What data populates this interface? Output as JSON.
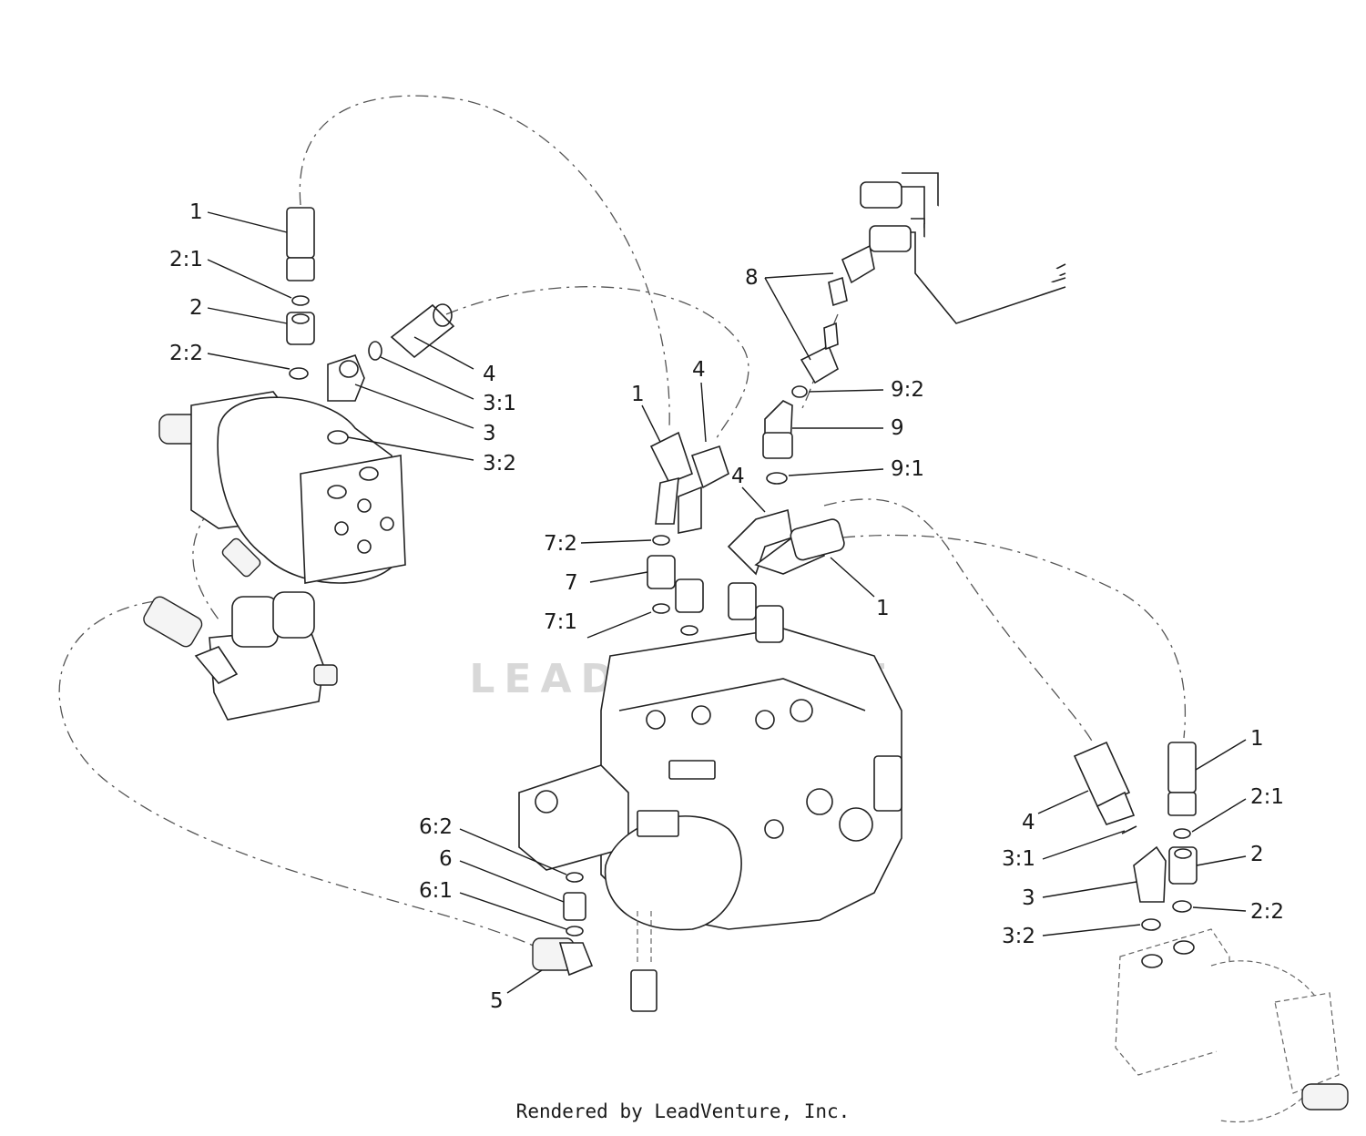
{
  "watermark": "LEADVENTURE",
  "footer": "Rendered by LeadVenture, Inc.",
  "callouts": [
    {
      "id": "l-1",
      "text": "1"
    },
    {
      "id": "l-2-1",
      "text": "2:1"
    },
    {
      "id": "l-2",
      "text": "2"
    },
    {
      "id": "l-2-2",
      "text": "2:2"
    },
    {
      "id": "l-4",
      "text": "4"
    },
    {
      "id": "l-3-1",
      "text": "3:1"
    },
    {
      "id": "l-3",
      "text": "3"
    },
    {
      "id": "l-3-2",
      "text": "3:2"
    },
    {
      "id": "c-8",
      "text": "8"
    },
    {
      "id": "c-1",
      "text": "1"
    },
    {
      "id": "c-4",
      "text": "4"
    },
    {
      "id": "c-9-2",
      "text": "9:2"
    },
    {
      "id": "c-9",
      "text": "9"
    },
    {
      "id": "c-9-1",
      "text": "9:1"
    },
    {
      "id": "c-4b",
      "text": "4"
    },
    {
      "id": "c-7-2",
      "text": "7:2"
    },
    {
      "id": "c-7",
      "text": "7"
    },
    {
      "id": "c-1b",
      "text": "1"
    },
    {
      "id": "c-7-1",
      "text": "7:1"
    },
    {
      "id": "r-1",
      "text": "1"
    },
    {
      "id": "r-2-1",
      "text": "2:1"
    },
    {
      "id": "r-4",
      "text": "4"
    },
    {
      "id": "r-2",
      "text": "2"
    },
    {
      "id": "r-3-1",
      "text": "3:1"
    },
    {
      "id": "r-3",
      "text": "3"
    },
    {
      "id": "r-2-2",
      "text": "2:2"
    },
    {
      "id": "r-3-2",
      "text": "3:2"
    },
    {
      "id": "b-6-2",
      "text": "6:2"
    },
    {
      "id": "b-6",
      "text": "6"
    },
    {
      "id": "b-6-1",
      "text": "6:1"
    },
    {
      "id": "b-5",
      "text": "5"
    }
  ]
}
